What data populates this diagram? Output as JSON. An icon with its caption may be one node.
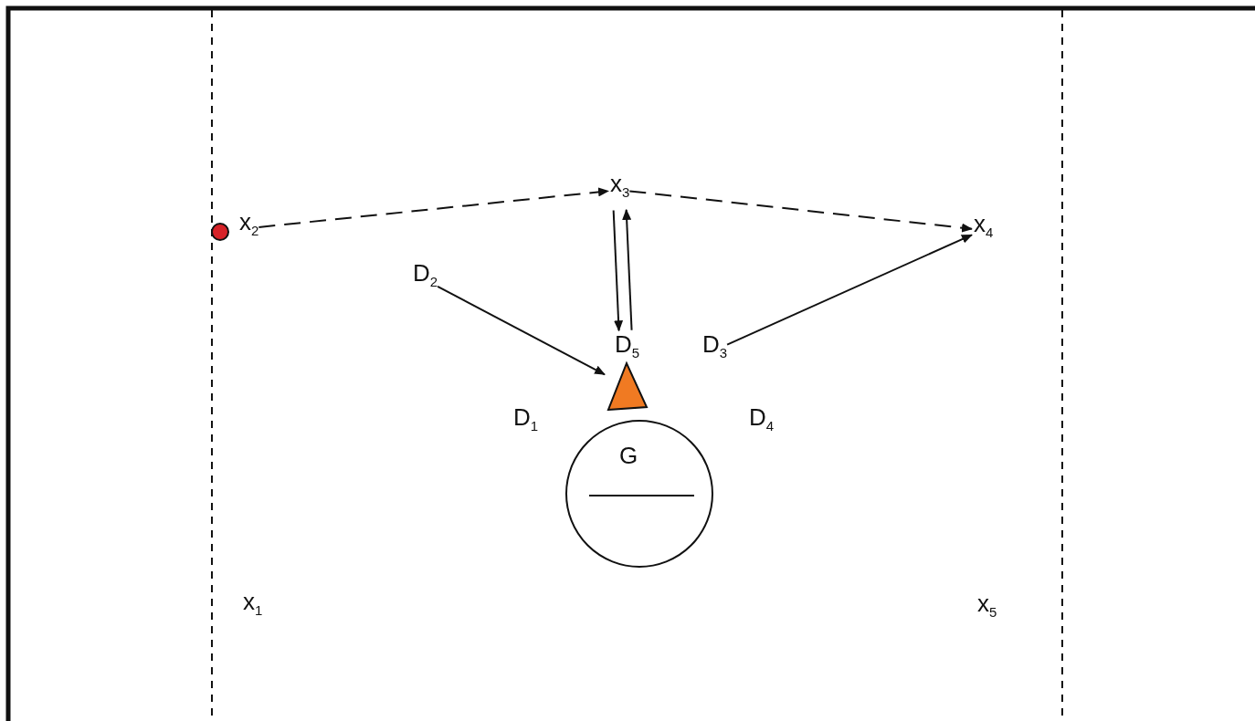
{
  "diagram": {
    "nodes": [
      {
        "text": [
          "x$_{2}$"
        ]
      },
      {
        "text": [
          "x$_{3}$"
        ]
      },
      {
        "text": [
          "x$_{4}$"
        ]
      },
      {
        "text": [
          "D$_{2}$"
        ]
      },
      {
        "text": [
          "D$_{5}$"
        ]
      },
      {
        "text": [
          "D$_{3}$"
        ]
      },
      {
        "text": [
          "D$_{1}$"
        ]
      },
      {
        "text": [
          "D$_{4}$"
        ]
      },
      {
        "text": [],
        "shape": "triangle"
      },
      {
        "text": [
          "G"
        ]
      },
      {
        "text": [
          "x$_{1}$"
        ]
      },
      {
        "text": [
          "x$_{5}$"
        ]
      },
      {
        "text": [],
        "shape": "circle"
      }
    ],
    "edges": [
      {
        "from": 0,
        "to": 1,
        "arrow": "to",
        "style": "dashed"
      },
      {
        "from": 1,
        "to": 2,
        "arrow": "to",
        "style": "dashed"
      },
      {
        "from": 3,
        "to": 8,
        "arrow": "to"
      },
      {
        "from": 4,
        "to": 1,
        "arrow": "to"
      },
      {
        "from": 1,
        "to": 4,
        "arrow": "to"
      },
      {
        "from": 5,
        "to": 2,
        "arrow": "to"
      }
    ]
  }
}
